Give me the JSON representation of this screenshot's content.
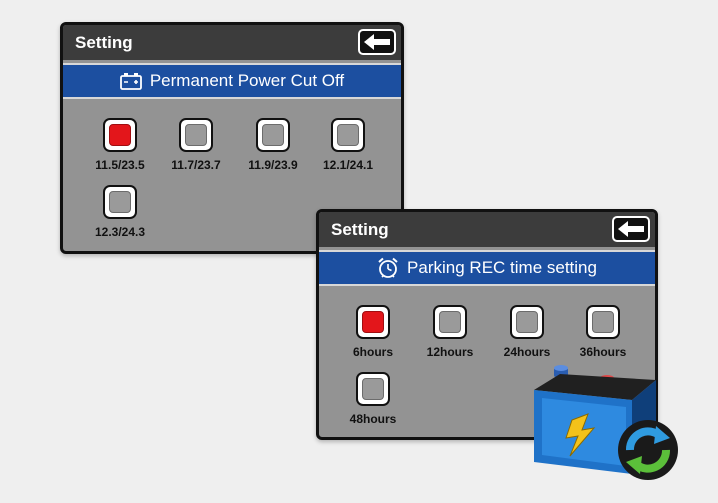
{
  "panels": [
    {
      "title": "Setting",
      "subtitle": "Permanent Power Cut Off",
      "header_icon": "battery-icon",
      "options": [
        {
          "label": "11.5/23.5",
          "selected": true
        },
        {
          "label": "11.7/23.7",
          "selected": false
        },
        {
          "label": "11.9/23.9",
          "selected": false
        },
        {
          "label": "12.1/24.1",
          "selected": false
        },
        {
          "label": "12.3/24.3",
          "selected": false
        }
      ]
    },
    {
      "title": "Setting",
      "subtitle": "Parking REC time setting",
      "header_icon": "alarm-clock-icon",
      "options": [
        {
          "label": "6hours",
          "selected": true
        },
        {
          "label": "12hours",
          "selected": false
        },
        {
          "label": "24hours",
          "selected": false
        },
        {
          "label": "36hours",
          "selected": false
        },
        {
          "label": "48hours",
          "selected": false
        }
      ]
    }
  ],
  "colors": {
    "header_bar": "#1c4fa0",
    "selected": "#e3161b",
    "unselected": "#9a9a9a",
    "panel_bg": "#939393",
    "titlebar": "#3c3c3c"
  },
  "icons": [
    "back-arrow-icon",
    "battery-icon",
    "alarm-clock-icon",
    "battery-charge-icon",
    "refresh-icon"
  ]
}
